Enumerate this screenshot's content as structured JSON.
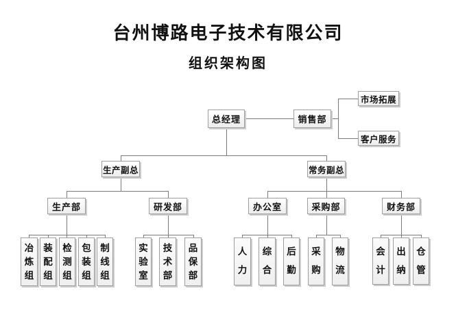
{
  "title": "台州博路电子技术有限公司",
  "subtitle": "组织架构图",
  "nodes": {
    "general_manager": "总经理",
    "sales_dept": "销售部",
    "market_expansion": "市场拓展",
    "customer_service": "客户服务",
    "production_vp": "生产副总",
    "executive_vp": "常务副总",
    "production_dept": "生产部",
    "rd_dept": "研发部",
    "office": "办公室",
    "purchasing_dept": "采购部",
    "finance_dept": "财务部",
    "smelting_team": "冶炼组",
    "assembly_team": "装配组",
    "inspection_team": "检测组",
    "packaging_team": "包装组",
    "wire_making_team": "制线组",
    "laboratory": "实验室",
    "technical_dept": "技术部",
    "quality_assurance_dept": "品保部",
    "human_resources": "人力",
    "general_affairs": "综合",
    "logistics_support": "后勤",
    "procurement": "采购",
    "logistics": "物流",
    "accounting": "会计",
    "cashier": "出纳",
    "warehouse": "仓管"
  },
  "colors": {
    "line": "#7a7a7a",
    "box_border": "#9e9e9e",
    "text": "#111111",
    "background": "#ffffff"
  }
}
